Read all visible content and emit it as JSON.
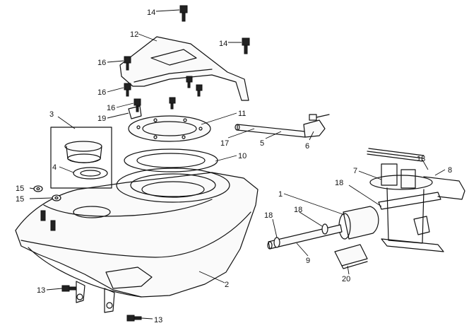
{
  "callouts": {
    "c1": "1",
    "c2": "2",
    "c3": "3",
    "c4": "4",
    "c5": "5",
    "c6": "6",
    "c7": "7",
    "c8": "8",
    "c9": "9",
    "c10": "10",
    "c11": "11",
    "c12": "12",
    "c13a": "13",
    "c13b": "13",
    "c14a": "14",
    "c14b": "14",
    "c15a": "15",
    "c15b": "15",
    "c16a": "16",
    "c16b": "16",
    "c16c": "16",
    "c17": "17",
    "c18a": "18",
    "c18b": "18",
    "c18c": "18",
    "c18d": "18",
    "c19": "19",
    "c20": "20"
  }
}
